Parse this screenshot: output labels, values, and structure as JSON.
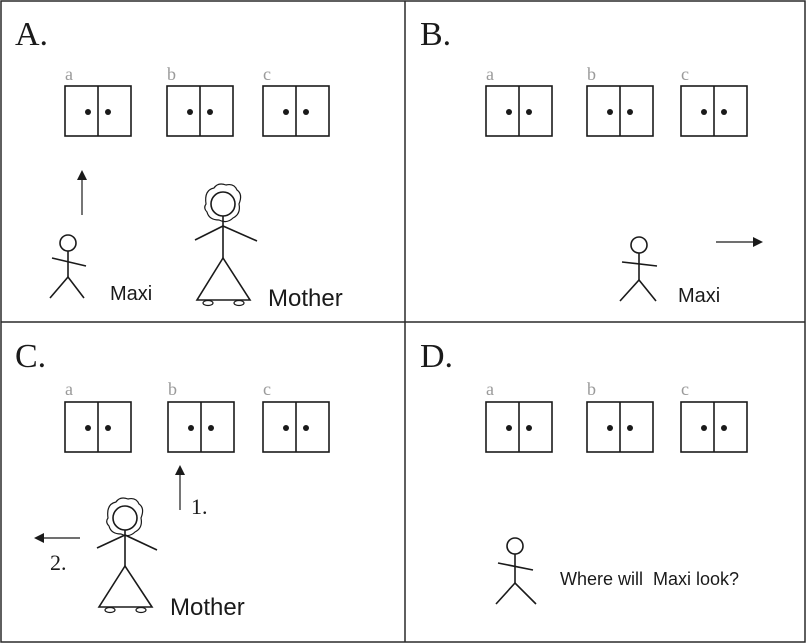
{
  "panels": {
    "A": {
      "letter": "A.",
      "doors": [
        "a",
        "b",
        "c"
      ],
      "maxi_label": "Maxi",
      "mother_label": "Mother"
    },
    "B": {
      "letter": "B.",
      "doors": [
        "a",
        "b",
        "c"
      ],
      "maxi_label": "Maxi"
    },
    "C": {
      "letter": "C.",
      "doors": [
        "a",
        "b",
        "c"
      ],
      "step1_label": "1.",
      "step2_label": "2.",
      "mother_label": "Mother"
    },
    "D": {
      "letter": "D.",
      "doors": [
        "a",
        "b",
        "c"
      ],
      "question": "Where will  Maxi look?"
    }
  }
}
